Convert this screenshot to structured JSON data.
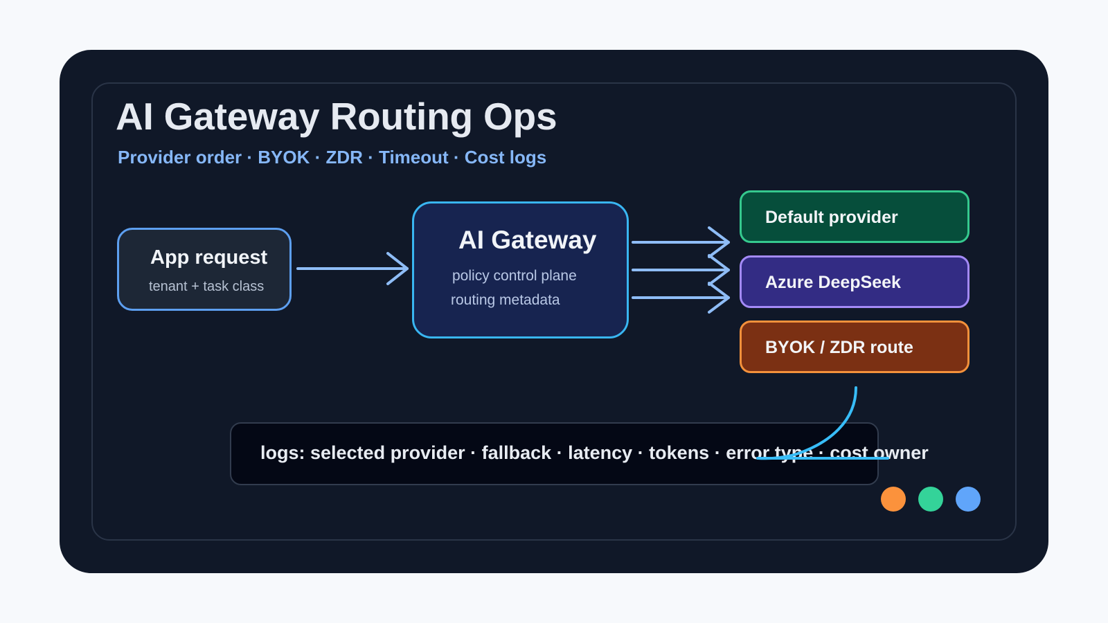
{
  "title": "AI Gateway Routing Ops",
  "subtitle": "Provider order · BYOK · ZDR · Timeout · Cost logs",
  "app_request": {
    "label": "App request",
    "sub": "tenant + task class"
  },
  "gateway": {
    "label": "AI Gateway",
    "sub_lines": [
      "policy control plane",
      "routing metadata"
    ]
  },
  "providers": [
    {
      "label": "Default provider",
      "fill": "#064e3b",
      "border": "#35c98e"
    },
    {
      "label": "Azure DeepSeek",
      "fill": "#332c84",
      "border": "#a48af7"
    },
    {
      "label": "BYOK / ZDR route",
      "fill": "#7b3013",
      "border": "#f4913b"
    }
  ],
  "logs": "logs: selected provider · fallback · latency · tokens · error type · cost owner",
  "colors": {
    "arrow": "#8fbdf7",
    "curve": "#38bdf8",
    "dots": [
      "#fb923c",
      "#34d399",
      "#60a5fa"
    ]
  }
}
